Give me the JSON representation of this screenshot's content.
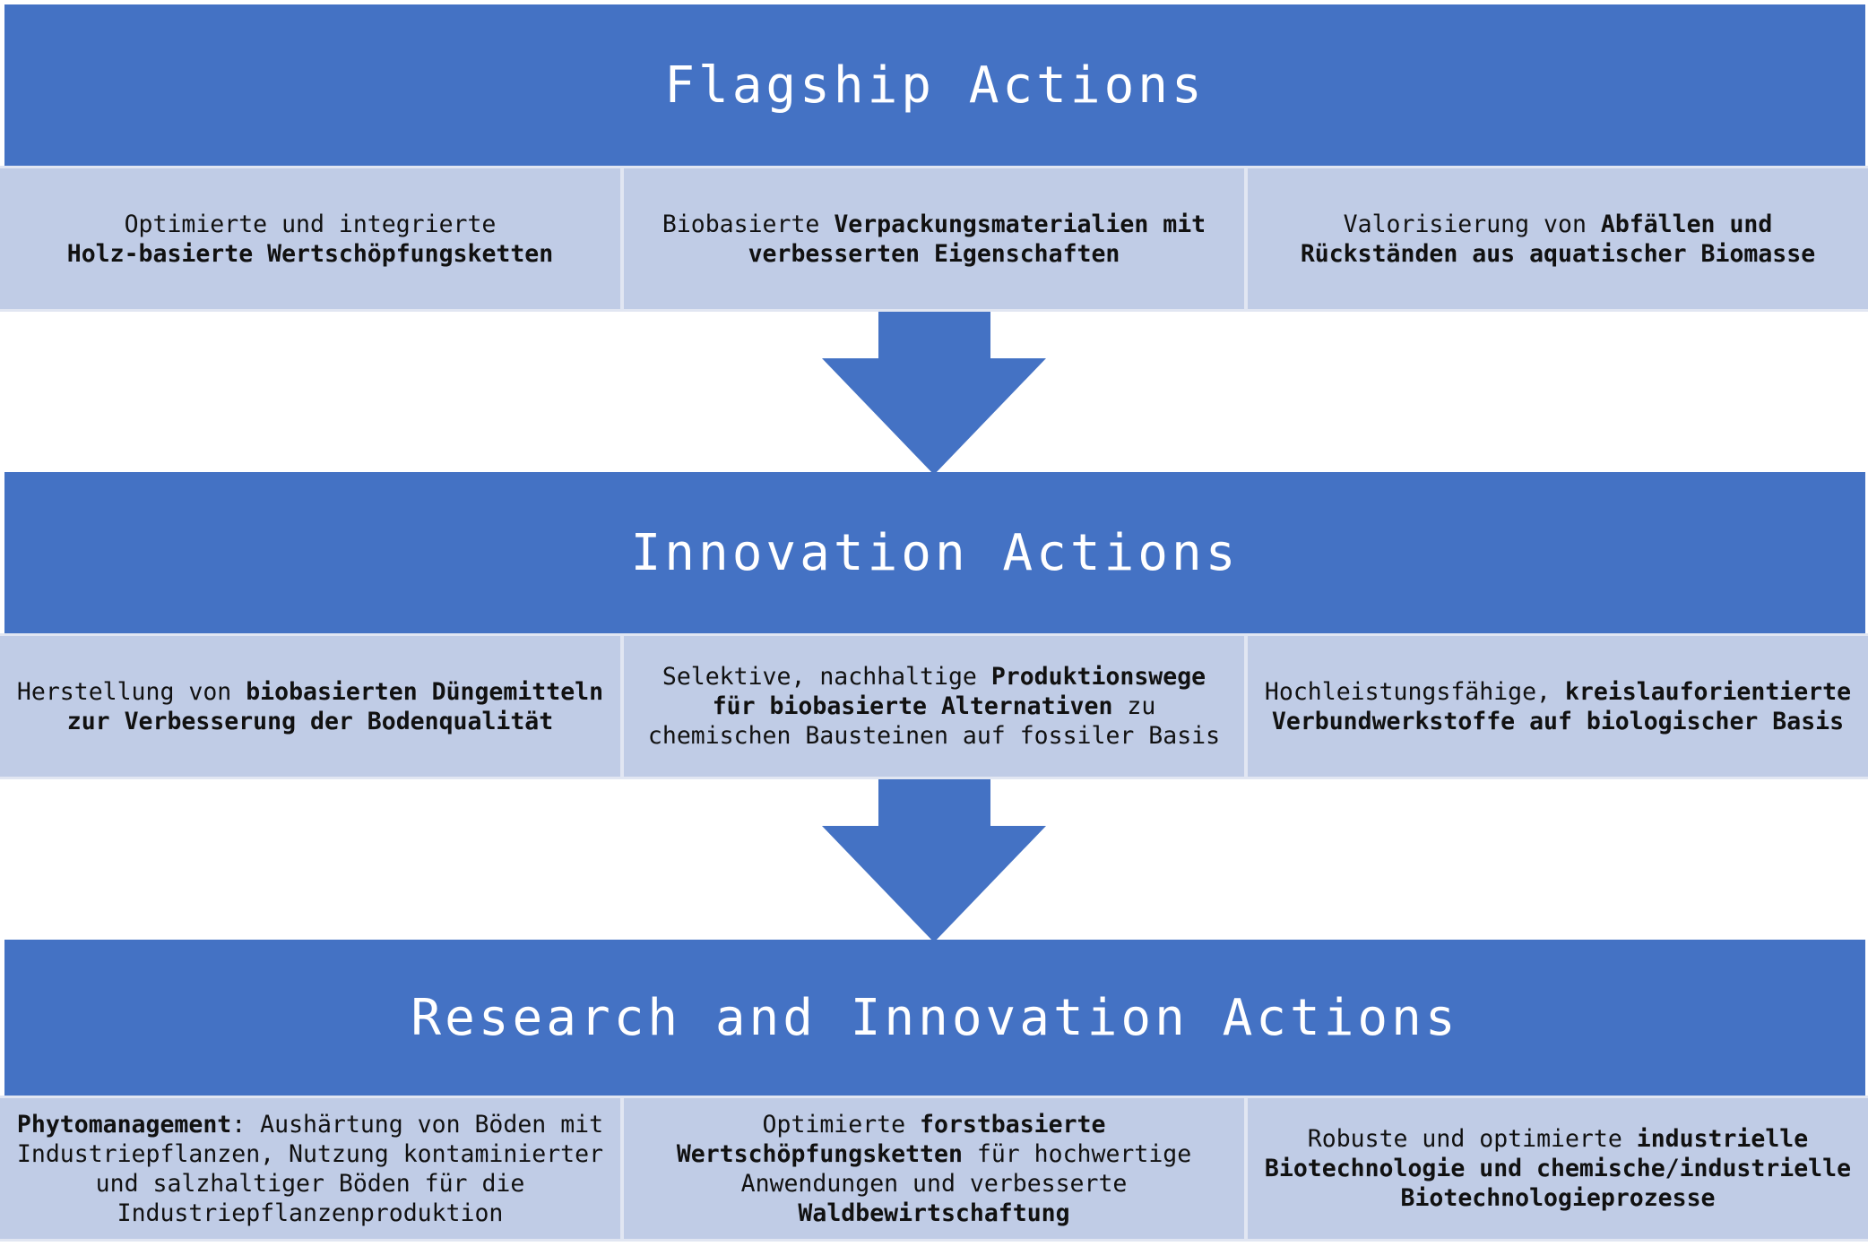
{
  "colors": {
    "header": "#4472c4",
    "cell": "#c0cce6",
    "arrow": "#4472c4"
  },
  "sections": [
    {
      "title": "Flagship Actions",
      "cells": [
        {
          "plain1": "Optimierte und integrierte",
          "bold": "Holz-basierte Wertschöpfungsketten",
          "plain2": ""
        },
        {
          "plain1": "Biobasierte ",
          "bold": "Verpackungsmaterialien mit verbesserten Eigenschaften",
          "plain2": ""
        },
        {
          "plain1": "Valorisierung von ",
          "bold": "Abfällen und Rückständen aus aquatischer Biomasse",
          "plain2": ""
        }
      ]
    },
    {
      "title": "Innovation Actions",
      "cells": [
        {
          "plain1": "Herstellung von ",
          "bold": "biobasierten Düngemitteln zur Verbesserung der Bodenqualität",
          "plain2": ""
        },
        {
          "plain1": "Selektive, nachhaltige ",
          "bold": "Produktionswege für biobasierte Alternativen",
          "plain2": " zu chemischen Bausteinen auf fossiler Basis"
        },
        {
          "plain1": "Hochleistungsfähige, ",
          "bold": "kreislauforientierte Verbundwerkstoffe auf biologischer Basis",
          "plain2": ""
        }
      ]
    },
    {
      "title": "Research and Innovation Actions",
      "cells": [
        {
          "plain1": "",
          "bold": "Phytomanagement",
          "plain2": ": Aushärtung von Böden mit Industriepflanzen, Nutzung kontaminierter und salzhaltiger Böden für die Industriepflanzenproduktion"
        },
        {
          "plain1": "Optimierte ",
          "bold": "forstbasierte Wertschöpfungsketten",
          "plain2": " für hochwertige Anwendungen und verbesserte ",
          "bold2": "Waldbewirtschaftung"
        },
        {
          "plain1": "Robuste und optimierte ",
          "bold": "industrielle Biotechnologie und chemische/industrielle Biotechnologieprozesse",
          "plain2": ""
        }
      ]
    }
  ]
}
